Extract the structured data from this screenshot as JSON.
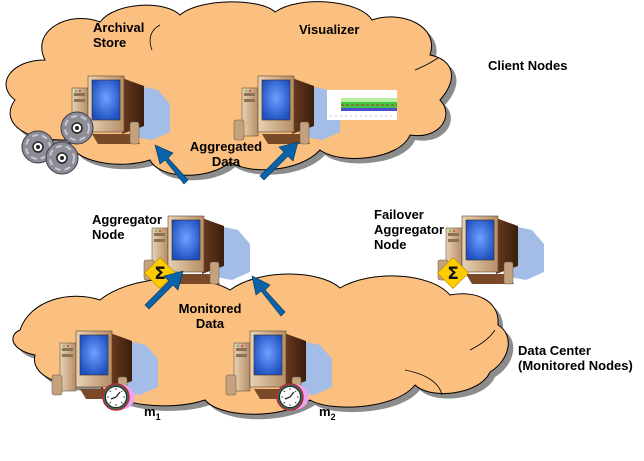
{
  "diagram": {
    "title": "Monitoring architecture with aggregator and failover aggregator nodes",
    "colors": {
      "cloud_fill": "#fbbf80",
      "cloud_shadow": "#8c8c8c",
      "arrow": "#0a63a8",
      "screen": "#3a6fe8",
      "monitor_case": "#c8a07a",
      "sign": "#ffcc00"
    },
    "groups": [
      {
        "id": "client",
        "label": "Client Nodes"
      },
      {
        "id": "datacenter",
        "label_line1": "Data Center",
        "label_line2": "(Monitored Nodes)"
      }
    ],
    "nodes": [
      {
        "id": "archival",
        "label_line1": "Archival",
        "label_line2": "Store",
        "icon": "computer-with-discs-icon"
      },
      {
        "id": "visualizer",
        "label": "Visualizer",
        "icon": "computer-with-chart-icon"
      },
      {
        "id": "aggregator",
        "label_line1": "Aggregator",
        "label_line2": "Node",
        "icon": "computer-with-sigma-icon"
      },
      {
        "id": "failover",
        "label_line1": "Failover",
        "label_line2": "Aggregator",
        "label_line3": "Node",
        "icon": "computer-with-sigma-icon"
      },
      {
        "id": "m1",
        "label": "m",
        "subscript": "1",
        "icon": "computer-with-clock-icon"
      },
      {
        "id": "m2",
        "label": "m",
        "subscript": "2",
        "icon": "computer-with-clock-icon"
      }
    ],
    "flows": [
      {
        "id": "aggregated",
        "label_line1": "Aggregated",
        "label_line2": "Data",
        "from": "aggregator",
        "to": [
          "archival",
          "visualizer"
        ]
      },
      {
        "id": "monitored",
        "label_line1": "Monitored",
        "label_line2": "Data",
        "from": [
          "m1",
          "m2"
        ],
        "to": "aggregator"
      }
    ],
    "sigma_symbol": "Σ"
  }
}
